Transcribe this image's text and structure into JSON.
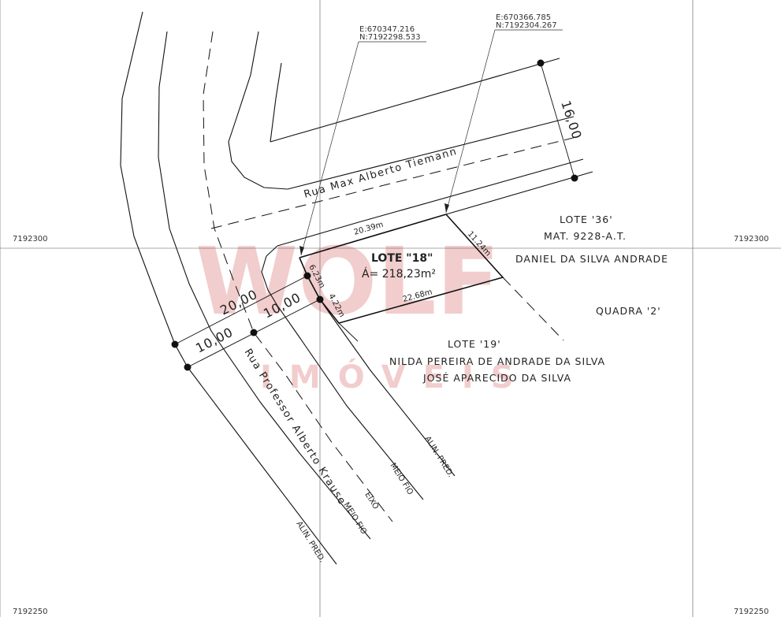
{
  "watermark": {
    "brand": "WOLF",
    "tagline": "IMÓVEIS"
  },
  "grid": {
    "y_top": "7192300",
    "y_bottom": "7192250"
  },
  "lot": {
    "title": "LOTE \"18\"",
    "area": "Á= 218,23m²",
    "dims": {
      "front": "20.39m",
      "back": "22.68m",
      "right": "11.24m",
      "left_a": "6.23m",
      "left_b": "4.22m"
    }
  },
  "coords": [
    {
      "e": "E:670347.216",
      "n": "N:7192298.533"
    },
    {
      "e": "E:670366.785",
      "n": "N:7192304.267"
    }
  ],
  "streets": {
    "top": "Rua Max Alberto Tiemann",
    "left": "Rua Professor Alberto Krause",
    "top_width": "16,00"
  },
  "widths": {
    "total": "20,00",
    "half_a": "10,00",
    "half_b": "10,00"
  },
  "line_labels": {
    "alin_pred_right": "ALIN. PRED.",
    "meio_fio_right": "MEIO FIO",
    "eixo": "EIXO",
    "meio_fio_left": "MEIO FIO",
    "alin_pred_left": "ALIN. PRED."
  },
  "neighbors": {
    "lote36": {
      "name": "LOTE '36'",
      "mat": "MAT. 9228-A.T.",
      "owner": "DANIEL DA SILVA ANDRADE"
    },
    "quadra": "QUADRA '2'",
    "lote19": {
      "name": "LOTE '19'",
      "owner1": "NILDA PEREIRA DE ANDRADE DA SILVA",
      "owner2": "JOSÉ APARECIDO DA SILVA"
    }
  }
}
